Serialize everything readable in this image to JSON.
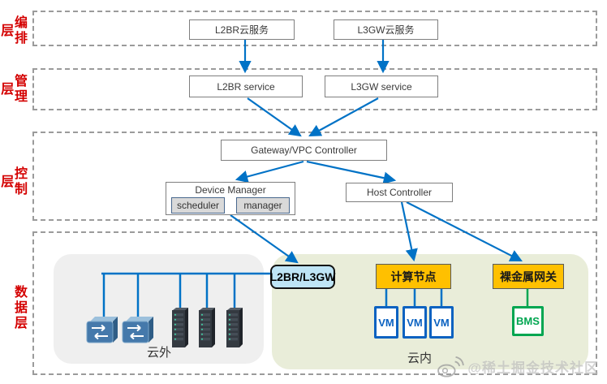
{
  "layers": [
    {
      "id": "orchestration",
      "label": "编排层"
    },
    {
      "id": "management",
      "label": "管理层"
    },
    {
      "id": "control",
      "label": "控制层"
    },
    {
      "id": "data",
      "label": "数据层"
    }
  ],
  "nodes": {
    "l2br_cloud": "L2BR云服务",
    "l3gw_cloud": "L3GW云服务",
    "l2br_service": "L2BR service",
    "l3gw_service": "L3GW service",
    "gateway": "Gateway/VPC Controller",
    "device_manager": "Device Manager",
    "scheduler": "scheduler",
    "manager": "manager",
    "host_controller": "Host Controller",
    "l2br_l3gw": "L2BR/L3GW",
    "compute_node": "计算节点",
    "bare_metal_gw": "裸金属网关",
    "vm": "VM",
    "bms": "BMS"
  },
  "regions": {
    "outside_cloud": "云外",
    "inside_cloud": "云内"
  },
  "icons": {
    "switch": "network-switch-icon",
    "server": "server-rack-icon",
    "watermark": "weibo-doodle-icon"
  },
  "edges": [
    {
      "from": "l2br_cloud",
      "to": "l2br_service"
    },
    {
      "from": "l3gw_cloud",
      "to": "l3gw_service"
    },
    {
      "from": "l2br_service",
      "to": "gateway"
    },
    {
      "from": "l3gw_service",
      "to": "gateway"
    },
    {
      "from": "gateway",
      "to": "device_manager"
    },
    {
      "from": "gateway",
      "to": "host_controller"
    },
    {
      "from": "device_manager",
      "to": "l2br_l3gw"
    },
    {
      "from": "host_controller",
      "to": "compute_node"
    },
    {
      "from": "host_controller",
      "to": "bare_metal_gw"
    },
    {
      "from": "compute_node",
      "to": "vm_x3"
    },
    {
      "from": "bare_metal_gw",
      "to": "bms"
    },
    {
      "from": "outside_cloud_switches_servers",
      "to": "l2br_l3gw",
      "type": "bus"
    }
  ],
  "colors": {
    "layer_label_red": "#d40000",
    "arrow_blue": "#0072c6",
    "box_orange": "#ffc000",
    "box_cyan": "#bee4f5",
    "vm_blue": "#0b62c1",
    "bms_green": "#00a651",
    "region_gray": "#efefef",
    "region_green": "#e9edd9",
    "dashed_border": "#9b9b9b"
  },
  "watermark": "@稀土掘金技术社区"
}
